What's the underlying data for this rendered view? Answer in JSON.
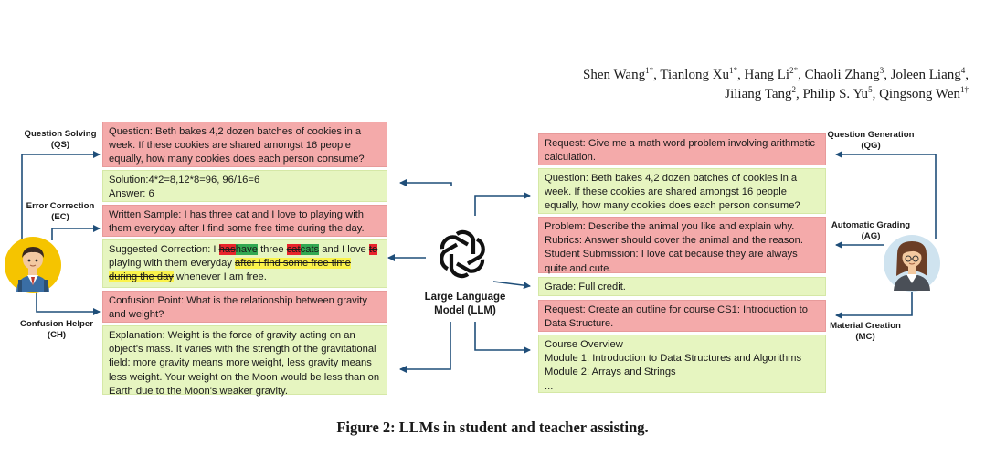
{
  "authors": {
    "line1_names": [
      "Shen Wang",
      "Tianlong Xu",
      "Hang Li",
      "Chaoli Zhang",
      "Joleen Liang"
    ],
    "line1_sups": [
      "1*",
      "1*",
      "2*",
      "3",
      "4"
    ],
    "line2_names": [
      "Jiliang Tang",
      "Philip S. Yu",
      "Qingsong Wen"
    ],
    "line2_sups": [
      "2",
      "5",
      "1†"
    ]
  },
  "roles": {
    "qs": {
      "name": "Question Solving",
      "abbr": "(QS)"
    },
    "ec": {
      "name": "Error Correction",
      "abbr": "(EC)"
    },
    "ch": {
      "name": "Confusion Helper",
      "abbr": "(CH)"
    },
    "qg": {
      "name": "Question Generation",
      "abbr": "(QG)"
    },
    "ag": {
      "name": "Automatic Grading",
      "abbr": "(AG)"
    },
    "mc": {
      "name": "Material Creation",
      "abbr": "(MC)"
    }
  },
  "left_boxes": {
    "qs_question": "Question: Beth bakes 4,2 dozen batches of cookies in a week. If these cookies are shared amongst 16 people equally, how many cookies does each person consume?",
    "qs_solution_1": "Solution:4*2=8,12*8=96,   96/16=6",
    "qs_solution_2": "Answer: 6",
    "ec_sample": "Written Sample: I has three cat and I love to playing with them everyday after I find some free time during the day.",
    "ec_correction": {
      "prefix": "Suggested Correction: I ",
      "del1": "has",
      "ins1": "have",
      "mid1": " three ",
      "del2": "cat",
      "ins2": "cats",
      "mid2": " and I love ",
      "del3": "to",
      "mid3": " playing with them everyday ",
      "del4": "after I find some free time during the day",
      "suffix": " whenever I am free."
    },
    "ch_point": "Confusion Point: What is the relationship between gravity and weight?",
    "ch_explanation": "Explanation: Weight is the force of gravity acting on an object's mass. It varies with the strength of the gravitational field: more gravity means more weight, less gravity means less weight. Your weight on the Moon would be less than on Earth due to the Moon's weaker gravity."
  },
  "right_boxes": {
    "qg_request": "Request: Give me a math word problem involving arithmetic calculation.",
    "qg_question": "Question: Beth bakes 4,2 dozen batches of cookies in a week. If these cookies are shared amongst 16 people equally, how many cookies does each person consume?",
    "ag_problem_1": "Problem: Describe the animal you like and explain why.",
    "ag_problem_2": "Rubrics: Answer should cover the animal and the reason.",
    "ag_problem_3": "Student Submission: I love cat because they are always quite and cute.",
    "ag_grade": "Grade: Full credit.",
    "mc_request": "Request: Create an outline for course CS1: Introduction to Data Structure.",
    "mc_outline_1": "Course Overview",
    "mc_outline_2": "Module 1: Introduction to Data Structures and Algorithms",
    "mc_outline_3": "Module 2: Arrays and Strings",
    "mc_outline_4": "..."
  },
  "llm": {
    "line1": "Large Language",
    "line2": "Model (LLM)"
  },
  "caption": "Figure 2: LLMs in student and teacher assisting.",
  "colors": {
    "red_box": "#f4aaaa",
    "green_box": "#e6f5c0",
    "arrow": "#1f4e79",
    "student_bg": "#f5c400",
    "teacher_bg": "#cfe3ef"
  }
}
